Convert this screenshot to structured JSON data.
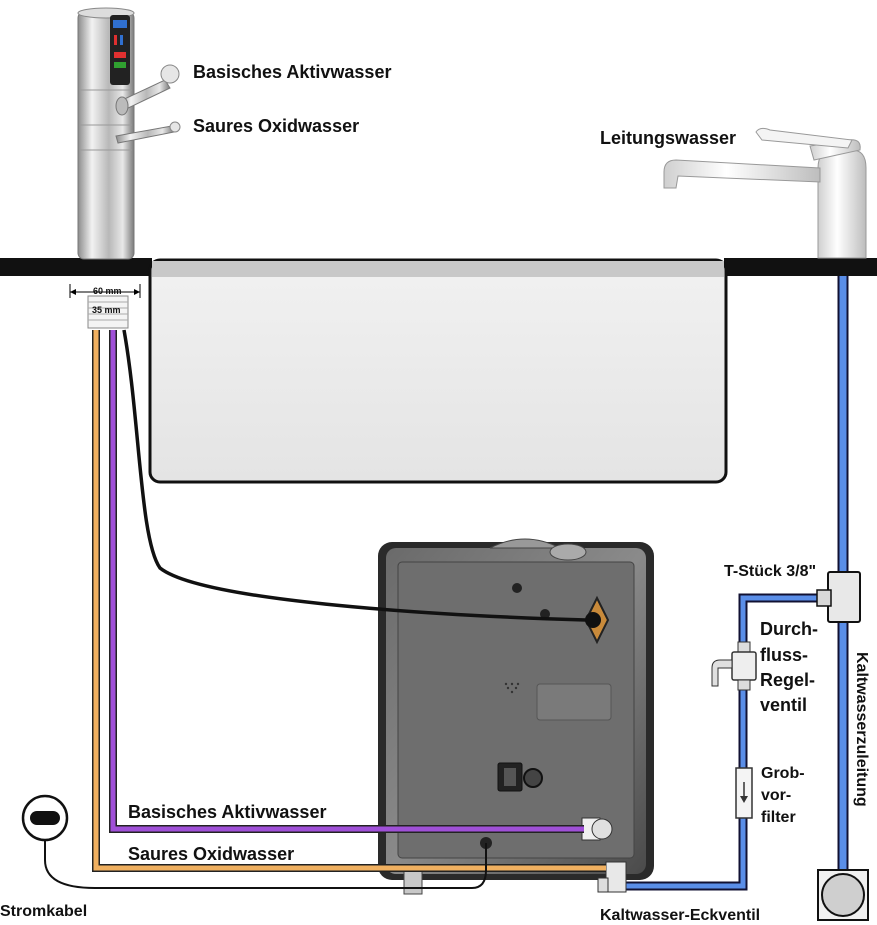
{
  "labels": {
    "basic_water_top": "Basisches Aktivwasser",
    "acid_water_top": "Saures Oxidwasser",
    "tap_water": "Leitungswasser",
    "width_60": "60 mm",
    "width_35": "35 mm",
    "t_piece": "T-Stück 3/8\"",
    "flow_valve": [
      "Durch-",
      "fluss-",
      "Regel-",
      "ventil"
    ],
    "coarse_filter": [
      "Grob-",
      "vor-",
      "filter"
    ],
    "cold_supply": "Kaltwasserzuleitung",
    "basic_water_hose": "Basisches Aktivwasser",
    "acid_water_hose": "Saures Oxidwasser",
    "power_cable": "Stromkabel",
    "angle_valve": "Kaltwasser-Eckventil"
  },
  "colors": {
    "basic_hose": "#a050d8",
    "acid_hose": "#f0b060",
    "cold_water": "#5a8ee8",
    "countertop": "#111111",
    "sink": "#e8e8e8",
    "device_body": "#555555"
  }
}
